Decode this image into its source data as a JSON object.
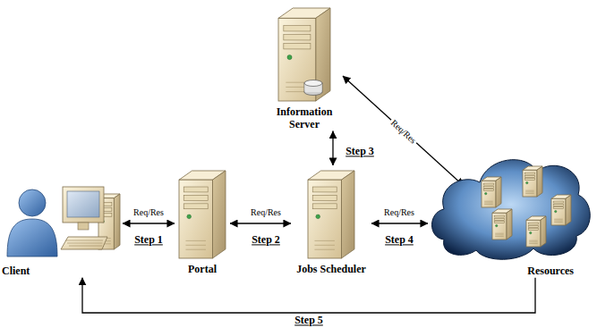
{
  "diagram": {
    "nodes": [
      {
        "text": [
          "Client"
        ]
      },
      {
        "text": [
          "Portal"
        ]
      },
      {
        "text": [
          "Information Server"
        ]
      },
      {
        "text": [
          "Jobs Scheduler"
        ]
      },
      {
        "text": [
          "Resources"
        ]
      }
    ],
    "edges": [
      {
        "from": 0,
        "to": 1,
        "label": "Req/Res",
        "arrow": "both"
      },
      {
        "from": 1,
        "to": 3,
        "label": "Req/Res",
        "arrow": "both"
      },
      {
        "from": 2,
        "to": 3,
        "label": "Step 3",
        "arrow": "both"
      },
      {
        "from": 3,
        "to": 4,
        "label": "Req/Res",
        "arrow": "both"
      },
      {
        "from": 2,
        "to": 4,
        "label": "Req/Res",
        "arrow": "both"
      },
      {
        "from": 4,
        "to": 0,
        "label": "Step 5",
        "arrow": "to"
      }
    ],
    "labels": [
      "Step 1",
      "Step 2",
      "Step 4"
    ]
  }
}
